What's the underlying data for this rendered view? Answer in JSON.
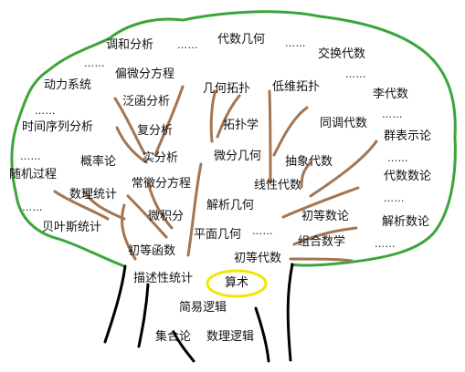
{
  "colors": {
    "canopy": "#3aa53a",
    "branch": "#a47551",
    "trunk": "#000000",
    "highlight": "#f2e600",
    "text": "#111111"
  },
  "labels": {
    "harmonic_analysis": "调和分析",
    "algebraic_geometry": "代数几何",
    "commutative_algebra": "交换代数",
    "dynamical_systems": "动力系统",
    "pde": "偏微分方程",
    "geometric_topology": "几何拓扑",
    "low_dim_topology": "低维拓扑",
    "lie_algebra": "李代数",
    "functional_analysis": "泛函分析",
    "time_series": "时间序列分析",
    "complex_analysis": "复分析",
    "topology": "拓扑学",
    "homological_algebra": "同调代数",
    "representation_theory": "群表示论",
    "probability": "概率论",
    "real_analysis": "实分析",
    "differential_geometry": "微分几何",
    "abstract_algebra": "抽象代数",
    "stochastic_processes": "随机过程",
    "ode": "常微分方程",
    "algebraic_number_theory": "代数数论",
    "mathematical_statistics": "数理统计",
    "linear_algebra": "线性代数",
    "analytic_geometry": "解析几何",
    "calculus": "微积分",
    "elementary_number_theory": "初等数论",
    "analytic_number_theory": "解析数论",
    "bayesian_statistics": "贝叶斯统计",
    "plane_geometry": "平面几何",
    "elementary_functions": "初等函数",
    "combinatorics": "组合数学",
    "elementary_algebra": "初等代数",
    "descriptive_statistics": "描述性统计",
    "arithmetic": "算术",
    "simple_logic": "简易逻辑",
    "set_theory": "集合论",
    "mathematical_logic": "数理逻辑"
  },
  "ellipsis": "……"
}
